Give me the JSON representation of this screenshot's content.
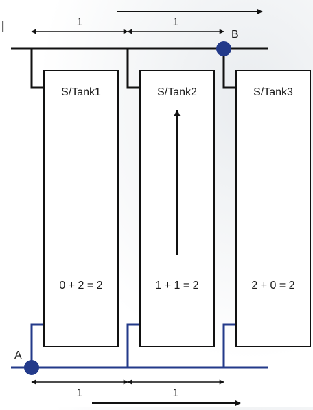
{
  "diagram": {
    "colors": {
      "top_pipe": "#111111",
      "bottom_pipe": "#233a8a",
      "node": "#233a8a",
      "tank_border": "#111111",
      "tank_fill": "#ffffff"
    },
    "tanks": [
      {
        "name": "S/Tank1",
        "equation": "0 + 2 = 2"
      },
      {
        "name": "S/Tank2",
        "equation": "1 + 1 = 2"
      },
      {
        "name": "S/Tank3",
        "equation": "2 + 0 = 2"
      }
    ],
    "nodes": {
      "a": "A",
      "b": "B"
    },
    "top_spacing": [
      "1",
      "1"
    ],
    "bottom_spacing": [
      "1",
      "1"
    ],
    "corner_mark": "l"
  }
}
